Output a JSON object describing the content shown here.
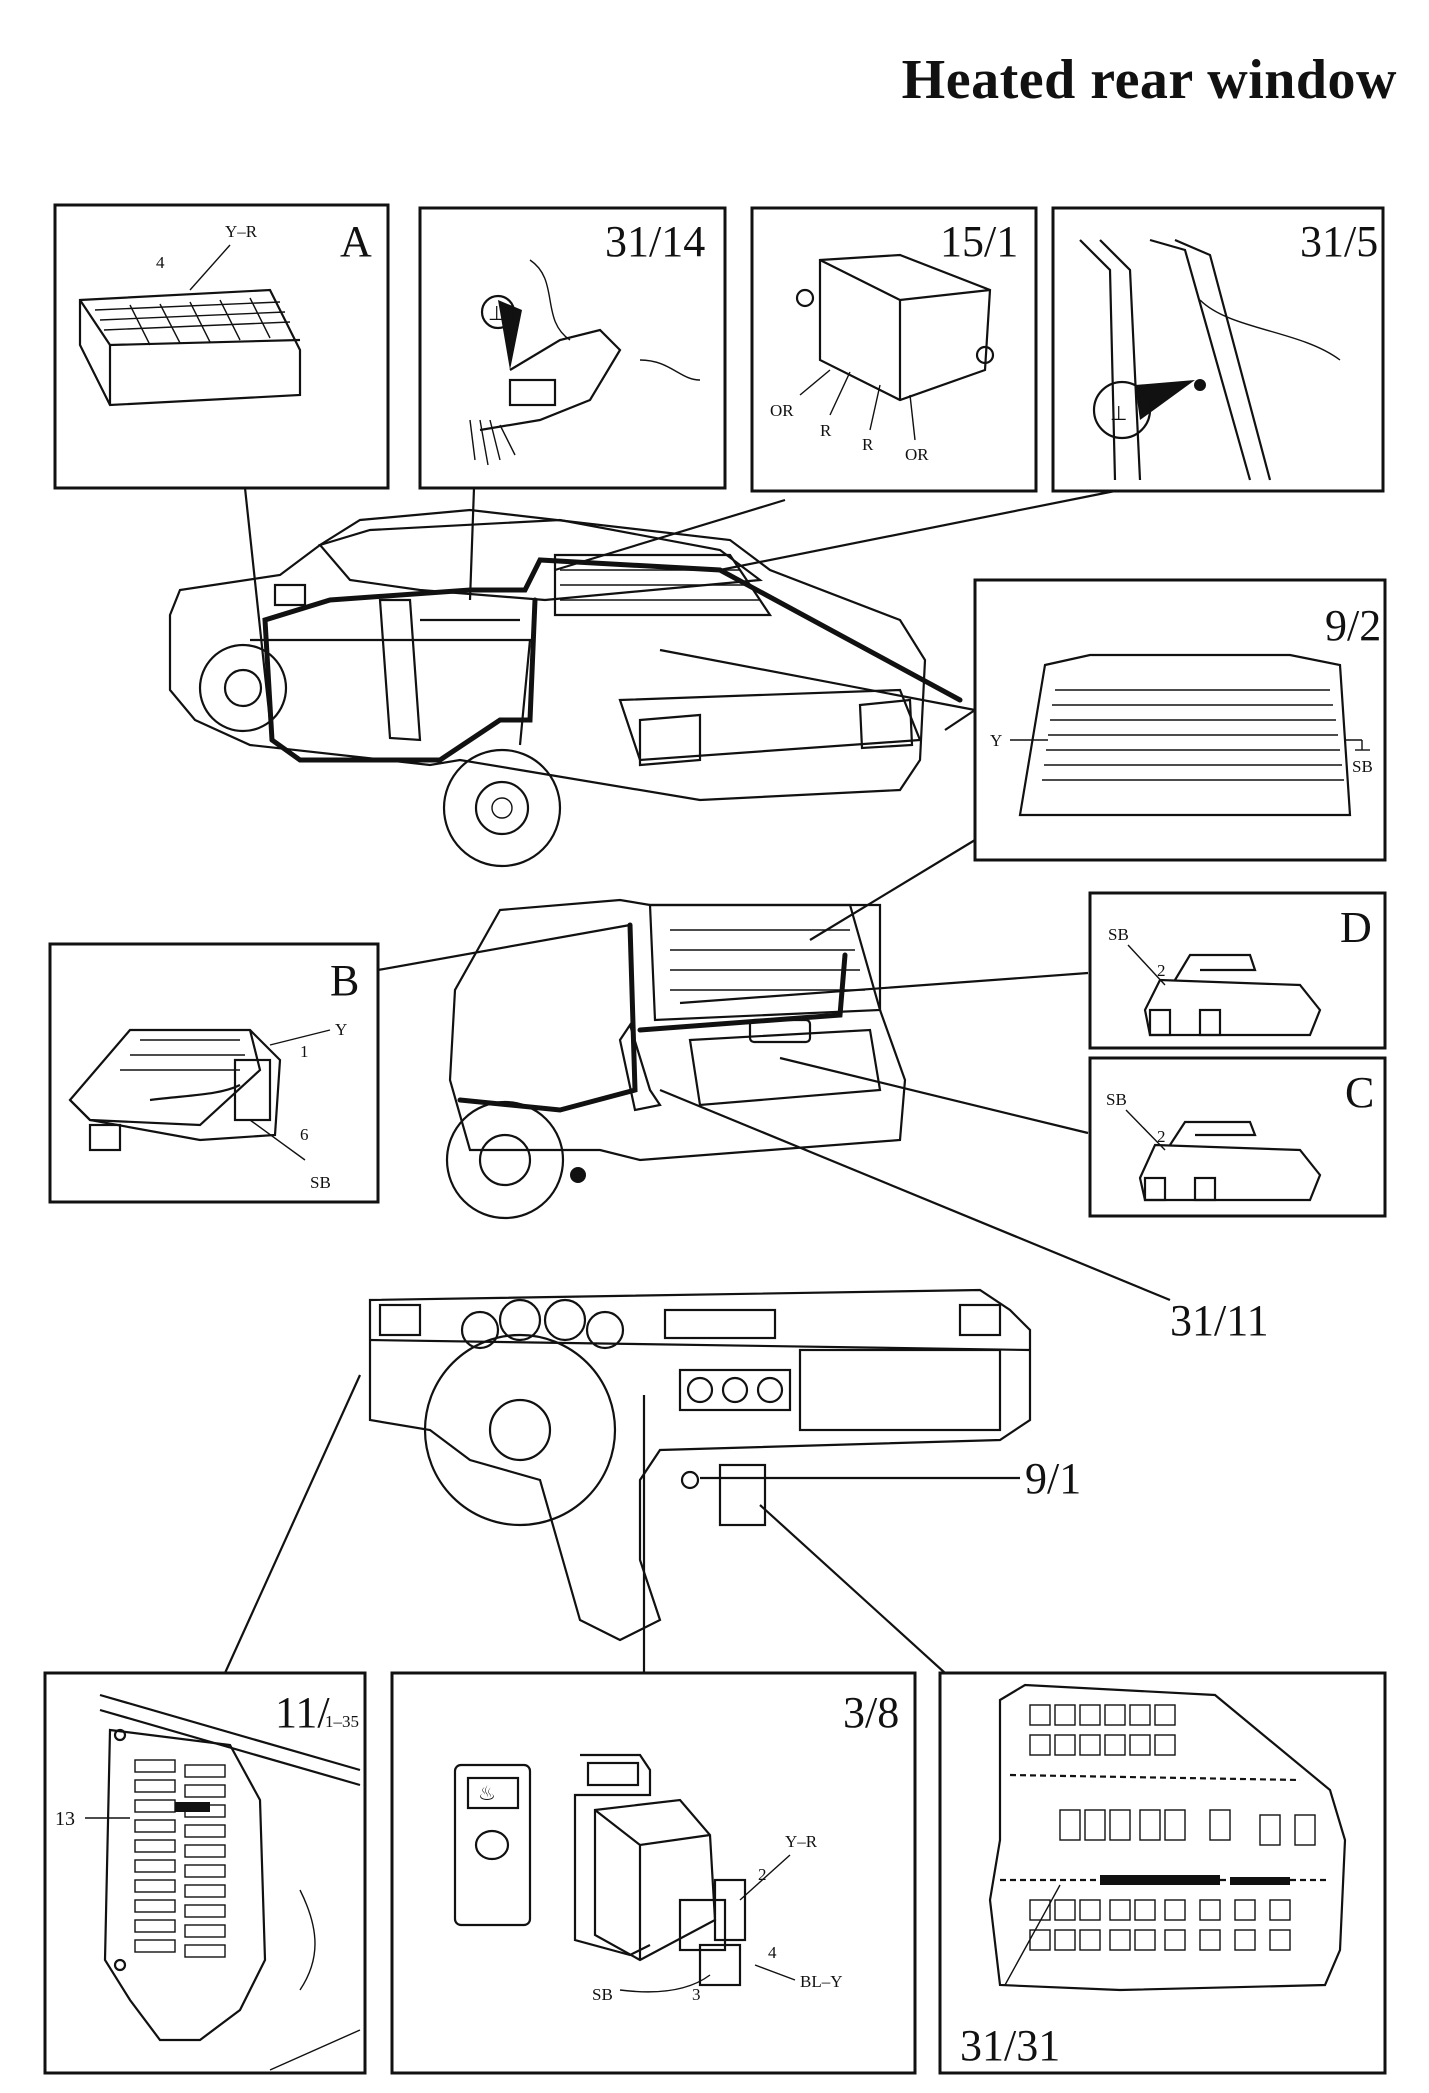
{
  "title": "Heated rear window",
  "panels": {
    "A": {
      "id": "A",
      "labels": [
        "Y–R",
        "4"
      ]
    },
    "31_14": {
      "id": "31/14",
      "labels": [
        "⊥"
      ]
    },
    "15_1": {
      "id": "15/1",
      "labels": [
        "OR",
        "R",
        "R",
        "OR"
      ]
    },
    "31_5": {
      "id": "31/5",
      "labels": [
        "⊥"
      ]
    },
    "9_2": {
      "id": "9/2",
      "labels": [
        "Y",
        "SB",
        "⊥"
      ]
    },
    "B": {
      "id": "B",
      "labels": [
        "Y",
        "1",
        "6",
        "SB"
      ]
    },
    "D": {
      "id": "D",
      "labels": [
        "SB",
        "2"
      ]
    },
    "C": {
      "id": "C",
      "labels": [
        "SB",
        "2"
      ]
    },
    "11": {
      "id": "11/",
      "sub": "1–35",
      "labels": [
        "13"
      ]
    },
    "3_8": {
      "id": "3/8",
      "labels": [
        "Y–R",
        "2",
        "4",
        "BL–Y",
        "3",
        "SB"
      ]
    },
    "31_31": {
      "id": "31/31"
    }
  },
  "callouts": {
    "c31_11": "31/11",
    "c9_1": "9/1"
  }
}
